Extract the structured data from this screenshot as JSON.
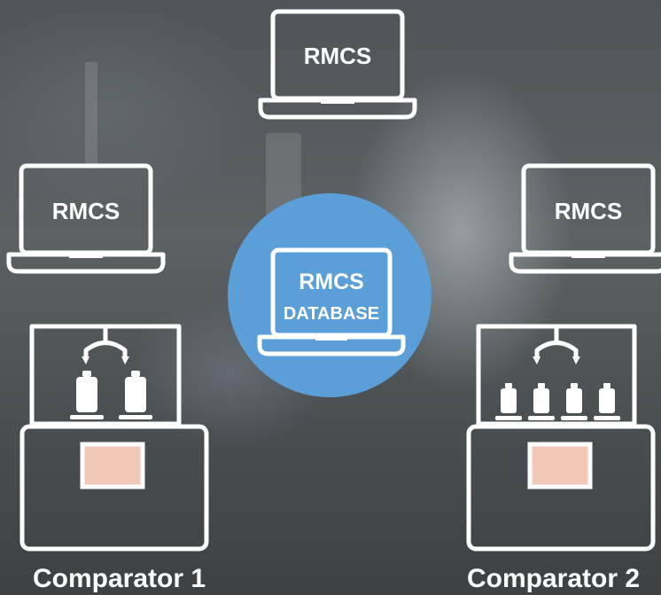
{
  "workstations": {
    "top": {
      "label": "RMCS"
    },
    "left": {
      "label": "RMCS"
    },
    "right": {
      "label": "RMCS"
    }
  },
  "database": {
    "label_line1": "RMCS",
    "label_line2": "DATABASE",
    "circle_color": "#5b9fd8"
  },
  "comparators": [
    {
      "name": "Comparator 1",
      "weights_count": 2
    },
    {
      "name": "Comparator 2",
      "weights_count": 4
    }
  ],
  "colors": {
    "line": "#ffffff",
    "screen_fill": "#f2c9b6"
  },
  "icons": {
    "workstation": "laptop-icon",
    "comparator": "mass-comparator-icon",
    "weight": "weight-icon"
  }
}
